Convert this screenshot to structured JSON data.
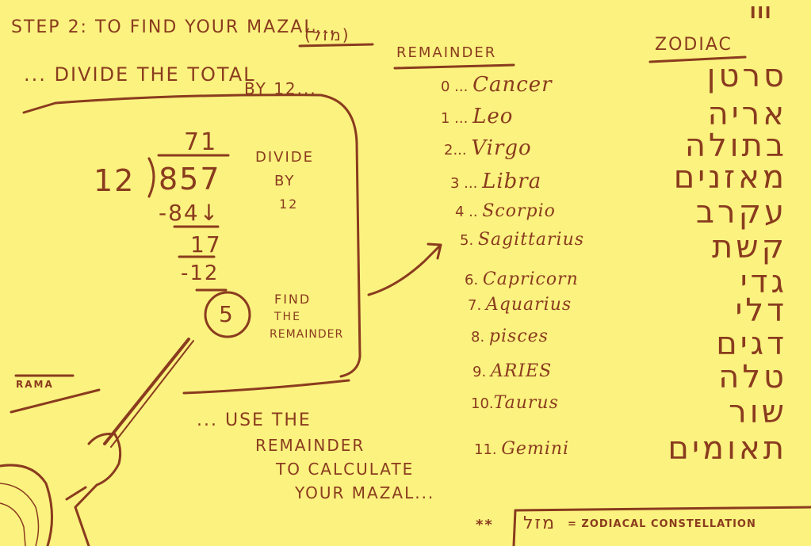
{
  "page_number": "III",
  "step_title": "STEP 2: TO FIND YOUR MAZAL...",
  "step_hebrew": "(מזל)",
  "divide_instruction_1": "... DIVIDE THE TOTAL",
  "divide_instruction_2": "BY 12...",
  "division": {
    "divisor": "12",
    "dividend": "857",
    "quotient": "71",
    "step1": "-84↓",
    "step2": "17",
    "step3": "-12",
    "remainder": "5"
  },
  "divide_by_label": [
    "DIVIDE",
    "BY",
    "12"
  ],
  "find_remainder_label": [
    "FIND",
    "THE",
    "REMAINDER"
  ],
  "rama_label": "RAMA",
  "use_remainder": [
    "... USE THE",
    "REMAINDER",
    "TO CALCULATE",
    "YOUR MAZAL..."
  ],
  "remainder_header": "REMAINDER",
  "zodiac_header": "ZODIAC",
  "remainders": [
    {
      "num": "0",
      "sep": " ... ",
      "sign": "Cancer",
      "hebrew": "סרטן"
    },
    {
      "num": "1",
      "sep": " ... ",
      "sign": "Leo",
      "hebrew": "אריה"
    },
    {
      "num": "2",
      "sep": "... ",
      "sign": "Virgo",
      "hebrew": "בתולה"
    },
    {
      "num": "3",
      "sep": " ... ",
      "sign": "Libra",
      "hebrew": "מאזנים"
    },
    {
      "num": "4",
      "sep": " .. ",
      "sign": "Scorpio",
      "hebrew": "עקרב"
    },
    {
      "num": "5",
      "sep": ". ",
      "sign": "Sagittarius",
      "hebrew": "קשת"
    },
    {
      "num": "6",
      "sep": ". ",
      "sign": "Capricorn",
      "hebrew": "גדי"
    },
    {
      "num": "7",
      "sep": ". ",
      "sign": "Aquarius",
      "hebrew": "דלי"
    },
    {
      "num": "8",
      "sep": ". ",
      "sign": "pisces",
      "hebrew": "דגים"
    },
    {
      "num": "9",
      "sep": ". ",
      "sign": "ARIES",
      "hebrew": "טלה"
    },
    {
      "num": "10",
      "sep": ".",
      "sign": "Taurus",
      "hebrew": "שור"
    },
    {
      "num": "11",
      "sep": ". ",
      "sign": "Gemini",
      "hebrew": "תאומים"
    }
  ],
  "footnote_marker": "**",
  "footnote_hebrew": "מזל",
  "footnote_text": "= ZODIACAL CONSTELLATION"
}
